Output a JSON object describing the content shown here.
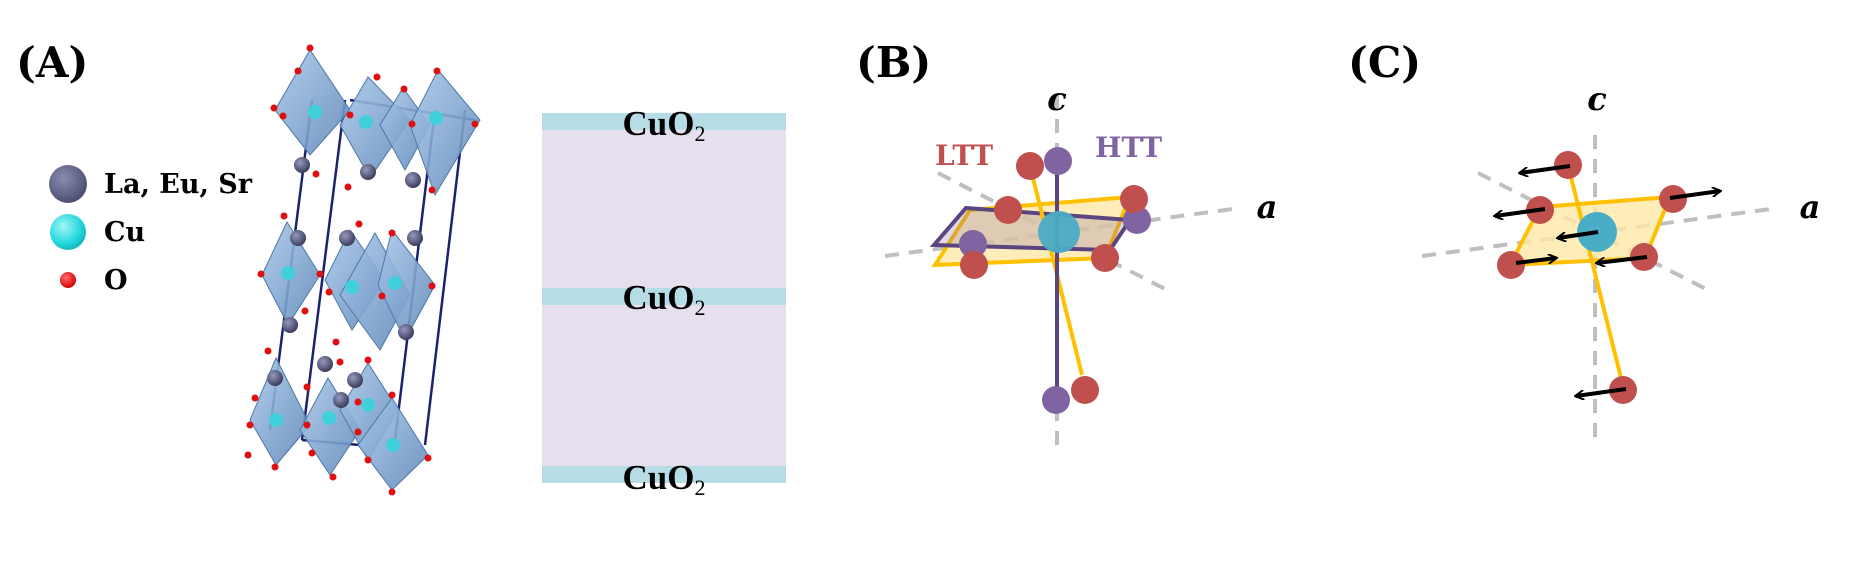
{
  "panels": {
    "a": {
      "label": "(A)",
      "legend": [
        {
          "symbol": "large-dark-slate-sphere",
          "color": "#5c5e82",
          "text": "La, Eu, Sr"
        },
        {
          "symbol": "cyan-sphere",
          "color": "#1fd6dc",
          "text": "Cu"
        },
        {
          "symbol": "small-red-sphere",
          "color": "#e01010",
          "text": "O"
        }
      ],
      "layers": [
        {
          "formula": "CuO",
          "subscript": "2"
        },
        {
          "formula": "CuO",
          "subscript": "2"
        },
        {
          "formula": "CuO",
          "subscript": "2"
        }
      ],
      "colors": {
        "octahedron": "#7fa9d6",
        "cell_edge": "#1c2270",
        "layer_band": "#b6dde6",
        "layer_bg": "#e6e0ee"
      }
    },
    "b": {
      "label": "(B)",
      "axis_c": "c",
      "axis_a": "a",
      "phase_ltt": "LTT",
      "phase_htt": "HTT",
      "colors": {
        "ltt": "#c0504d",
        "htt": "#8064a2",
        "cu": "#4bacc6",
        "bond": "#ffc000",
        "axis": "#bfbfbf"
      }
    },
    "c": {
      "label": "(C)",
      "axis_c": "c",
      "axis_a": "a",
      "colors": {
        "oxygen": "#c0504d",
        "cu": "#4bacc6",
        "bond": "#ffc000",
        "arrow": "#000000",
        "axis": "#bfbfbf"
      }
    }
  }
}
